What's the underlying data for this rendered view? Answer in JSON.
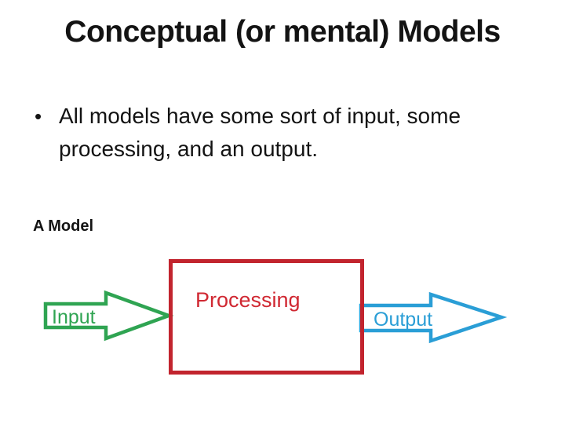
{
  "slide": {
    "title": "Conceptual (or mental) Models",
    "bullet": {
      "marker": "•",
      "lines": [
        "All models have some sort of input, some",
        "processing, and an output."
      ]
    },
    "model_label": "A Model"
  },
  "diagram": {
    "input_label": "Input",
    "process_label": "Processing",
    "output_label": "Output",
    "colors": {
      "input_green": "#2fa452",
      "process_red_border": "#c2242e",
      "process_red_text": "#d02832",
      "output_blue": "#2a9ed6"
    }
  }
}
